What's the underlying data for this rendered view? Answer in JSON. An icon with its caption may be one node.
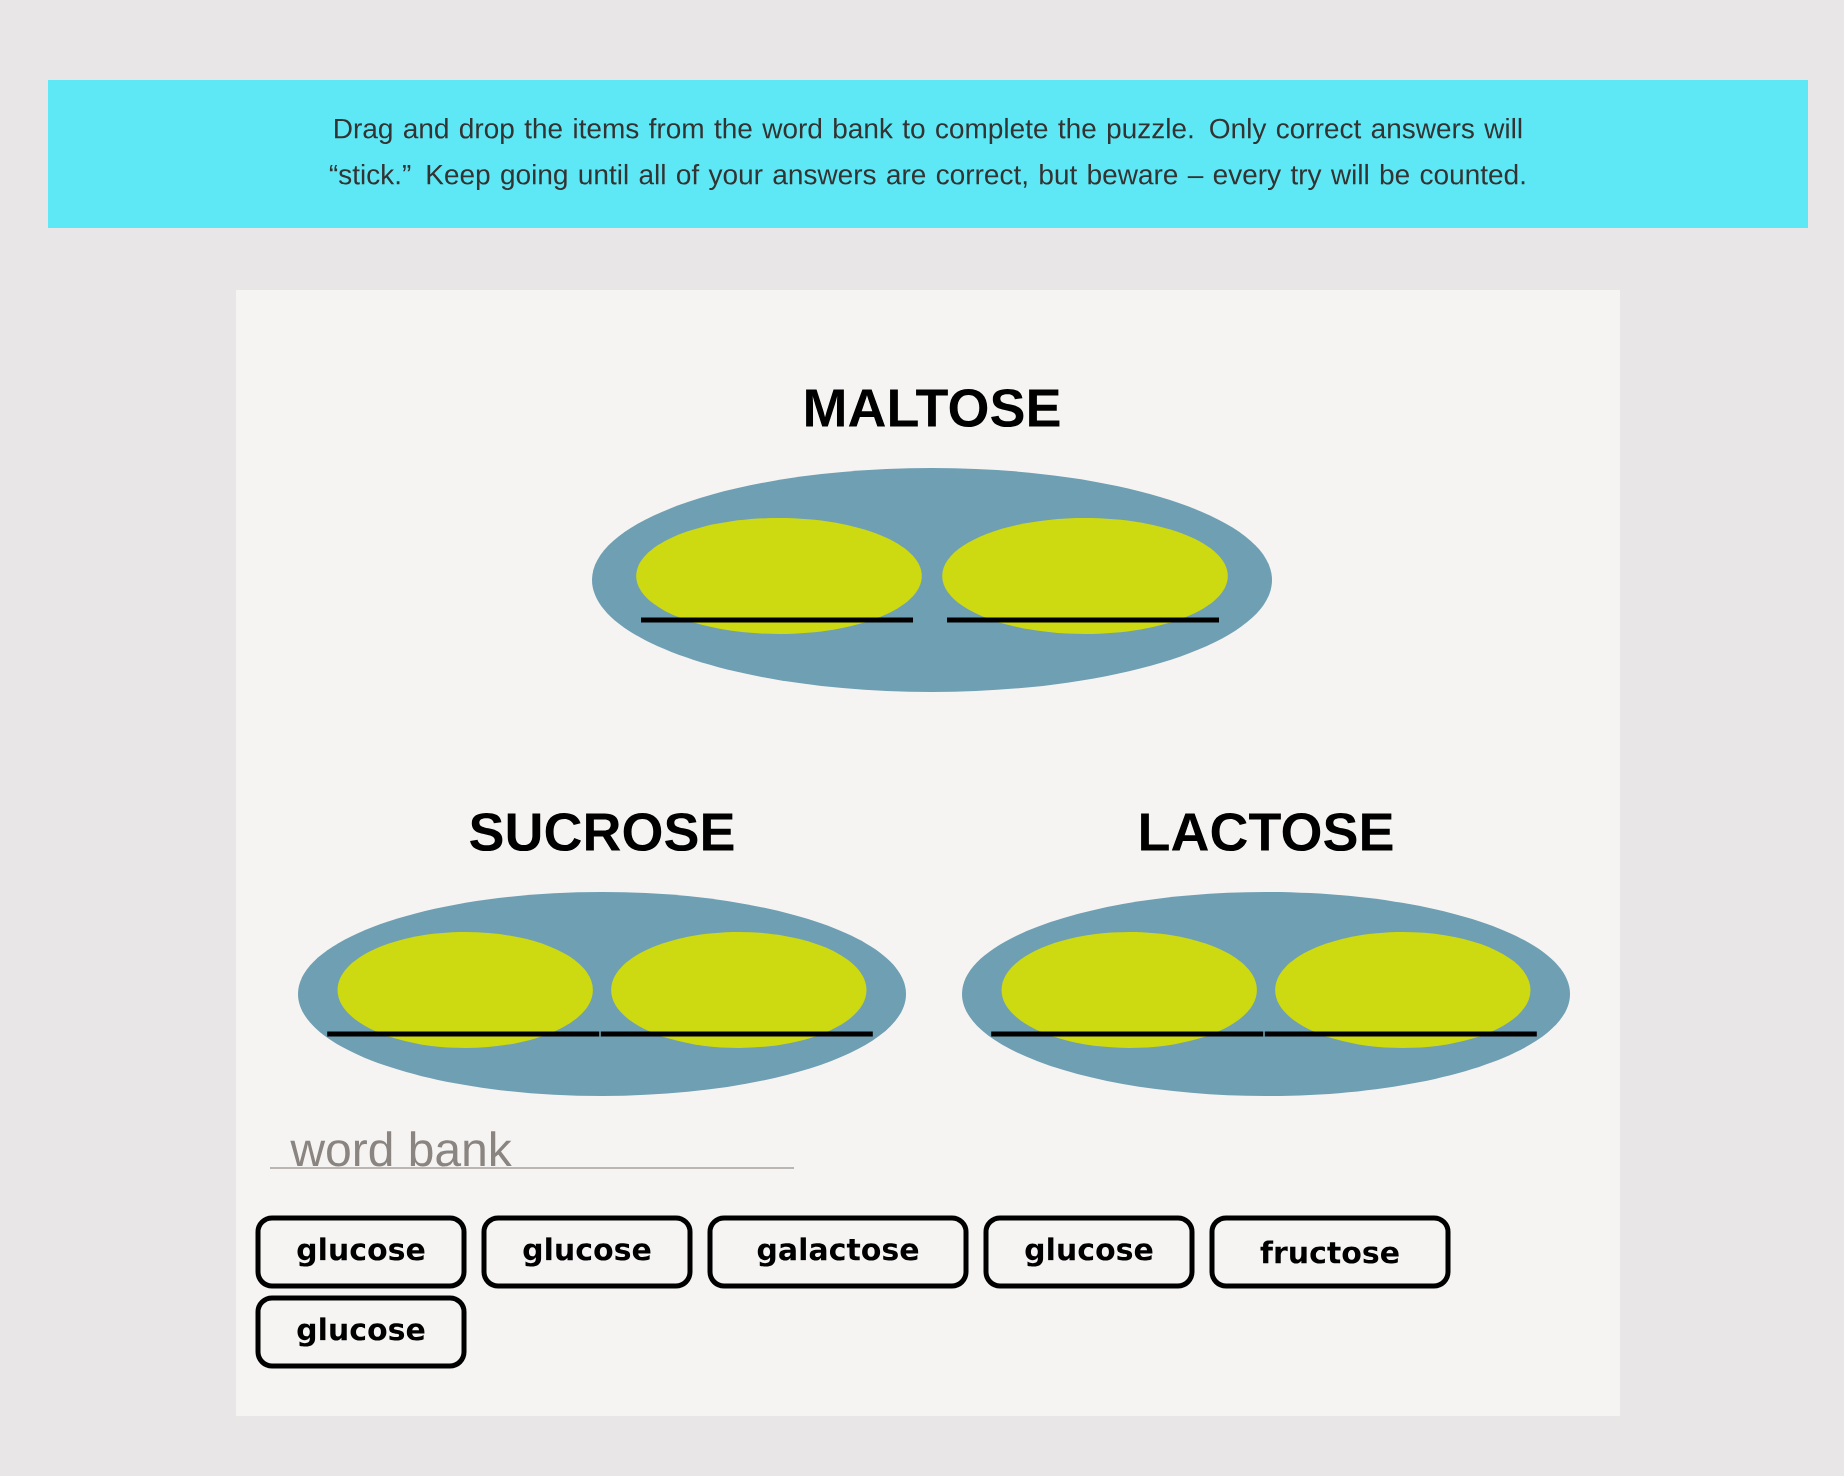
{
  "diagram": {
    "nodes": [
      {
        "text": [
          "Drag and drop the items from the word bank to complete the puzzle. Only correct answers will “stick.” Keep going until all of your answers are correct, but beware – every try will be counted."
        ]
      },
      {
        "text": [
          "MALTOSE"
        ]
      },
      {
        "text": [],
        "shape": "ellipse",
        "in": 1
      },
      {
        "text": [],
        "shape": "ellipse",
        "in": 1
      },
      {
        "text": [
          "SUCROSE"
        ]
      },
      {
        "text": [],
        "shape": "ellipse",
        "in": 4
      },
      {
        "text": [],
        "shape": "ellipse",
        "in": 4
      },
      {
        "text": [
          "LACTOSE"
        ]
      },
      {
        "text": [],
        "shape": "ellipse",
        "in": 7
      },
      {
        "text": [],
        "shape": "ellipse",
        "in": 7
      },
      {
        "text": [
          "glucose"
        ]
      },
      {
        "text": [
          "glucose"
        ]
      },
      {
        "text": [
          "galactose"
        ]
      },
      {
        "text": [
          "glucose"
        ]
      },
      {
        "text": [
          "fructose"
        ]
      },
      {
        "text": [
          "glucose"
        ]
      }
    ],
    "labels": [
      "word bank"
    ]
  }
}
